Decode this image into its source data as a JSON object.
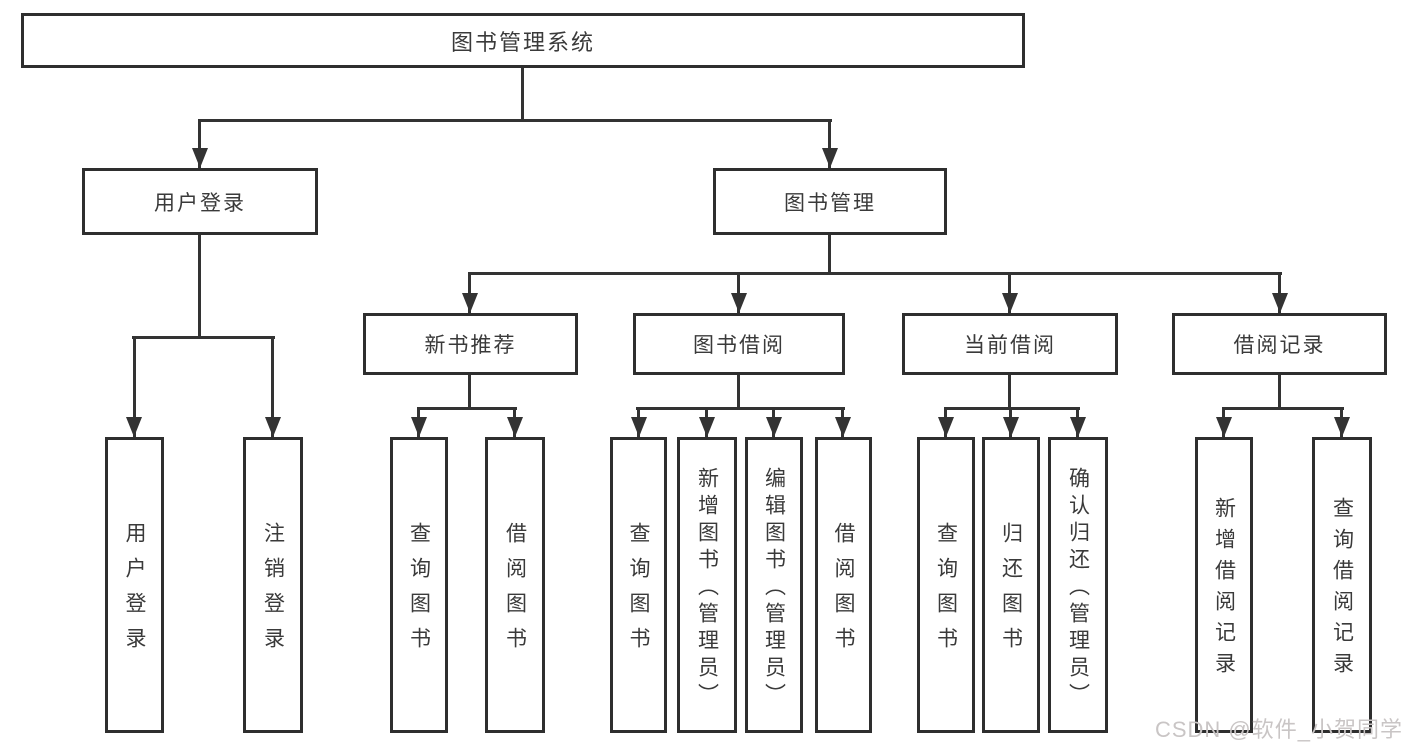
{
  "diagram": {
    "type": "hierarchy-tree",
    "watermark": "CSDN @软件_小贺同学",
    "colors": {
      "background": "#ffffff",
      "box_border": "#2e2e2e",
      "connector": "#333333",
      "text": "#3a3a3a",
      "watermark": "#c9c5c5"
    }
  },
  "nodes": {
    "root": {
      "label": "图书管理系统"
    },
    "level2": [
      {
        "label": "用户登录"
      },
      {
        "label": "图书管理"
      }
    ],
    "level3": [
      {
        "label": "新书推荐"
      },
      {
        "label": "图书借阅"
      },
      {
        "label": "当前借阅"
      },
      {
        "label": "借阅记录"
      }
    ],
    "leaves": [
      {
        "label": "用户登录",
        "parent": "用户登录"
      },
      {
        "label": "注销登录",
        "parent": "用户登录"
      },
      {
        "label": "查询图书",
        "parent": "新书推荐"
      },
      {
        "label": "借阅图书",
        "parent": "新书推荐"
      },
      {
        "label": "查询图书",
        "parent": "图书借阅"
      },
      {
        "label": "新增图书（管理员）",
        "parent": "图书借阅"
      },
      {
        "label": "编辑图书（管理员）",
        "parent": "图书借阅"
      },
      {
        "label": "借阅图书",
        "parent": "图书借阅"
      },
      {
        "label": "查询图书",
        "parent": "当前借阅"
      },
      {
        "label": "归还图书",
        "parent": "当前借阅"
      },
      {
        "label": "确认归还（管理员）",
        "parent": "当前借阅"
      },
      {
        "label": "新增借阅记录",
        "parent": "借阅记录"
      },
      {
        "label": "查询借阅记录",
        "parent": "借阅记录"
      }
    ]
  }
}
